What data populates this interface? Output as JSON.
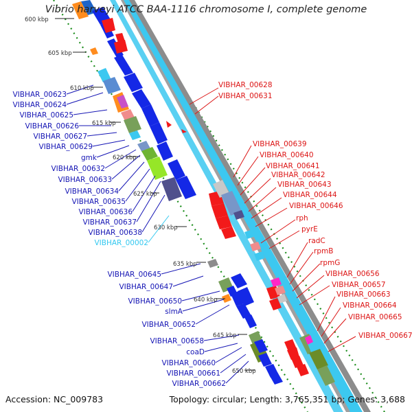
{
  "title": "Vibrio harveyi ATCC BAA-1116 chromosome I, complete genome",
  "accession": "Accession: NC_009783",
  "topology": "Topology: circular; Length: 3,765,351 bp; Genes: 3,688",
  "colors": {
    "backbone": "#8c8c8c",
    "gene_blue": "#1428e6",
    "gene_red": "#f21a1a",
    "gene_light_blue": "#3cc8f0",
    "tick_green": "#1a8c1a",
    "label_blue": "#1414b4",
    "label_red": "#dc1414",
    "label_cyan": "#32c8f0"
  },
  "kbp_marks": [
    "600 kbp",
    "605 kbp",
    "610 kbp",
    "615 kbp",
    "620 kbp",
    "625 kbp",
    "630 kbp",
    "635 kbp",
    "640 kbp",
    "645 kbp",
    "650 kbp"
  ],
  "left_labels": [
    {
      "text": "VIBHAR_00623",
      "color": "blue"
    },
    {
      "text": "VIBHAR_00624",
      "color": "blue"
    },
    {
      "text": "VIBHAR_00625",
      "color": "blue"
    },
    {
      "text": "VIBHAR_00626",
      "color": "blue"
    },
    {
      "text": "VIBHAR_00627",
      "color": "blue"
    },
    {
      "text": "VIBHAR_00629",
      "color": "blue"
    },
    {
      "text": "gmk",
      "color": "blue"
    },
    {
      "text": "VIBHAR_00632",
      "color": "blue"
    },
    {
      "text": "VIBHAR_00633",
      "color": "blue"
    },
    {
      "text": "VIBHAR_00634",
      "color": "blue"
    },
    {
      "text": "VIBHAR_00635",
      "color": "blue"
    },
    {
      "text": "VIBHAR_00636",
      "color": "blue"
    },
    {
      "text": "VIBHAR_00637",
      "color": "blue"
    },
    {
      "text": "VIBHAR_00638",
      "color": "blue"
    },
    {
      "text": "VIBHAR_00002",
      "color": "cyan"
    },
    {
      "text": "VIBHAR_00645",
      "color": "blue"
    },
    {
      "text": "VIBHAR_00647",
      "color": "blue"
    },
    {
      "text": "VIBHAR_00650",
      "color": "blue"
    },
    {
      "text": "slmA",
      "color": "blue"
    },
    {
      "text": "VIBHAR_00652",
      "color": "blue"
    },
    {
      "text": "VIBHAR_00658",
      "color": "blue"
    },
    {
      "text": "coaD",
      "color": "blue"
    },
    {
      "text": "VIBHAR_00660",
      "color": "blue"
    },
    {
      "text": "VIBHAR_00661",
      "color": "blue"
    },
    {
      "text": "VIBHAR_00662",
      "color": "blue"
    }
  ],
  "right_labels": [
    {
      "text": "VIBHAR_00628"
    },
    {
      "text": "VIBHAR_00631"
    },
    {
      "text": "VIBHAR_00639"
    },
    {
      "text": "VIBHAR_00640"
    },
    {
      "text": "VIBHAR_00641"
    },
    {
      "text": "VIBHAR_00642"
    },
    {
      "text": "VIBHAR_00643"
    },
    {
      "text": "VIBHAR_00644"
    },
    {
      "text": "VIBHAR_00646"
    },
    {
      "text": "rph"
    },
    {
      "text": "pyrE"
    },
    {
      "text": "radC"
    },
    {
      "text": "rpmB"
    },
    {
      "text": "rpmG"
    },
    {
      "text": "VIBHAR_00656"
    },
    {
      "text": "VIBHAR_00657"
    },
    {
      "text": "VIBHAR_00663"
    },
    {
      "text": "VIBHAR_00664"
    },
    {
      "text": "VIBHAR_00665"
    },
    {
      "text": "VIBHAR_00667"
    }
  ]
}
